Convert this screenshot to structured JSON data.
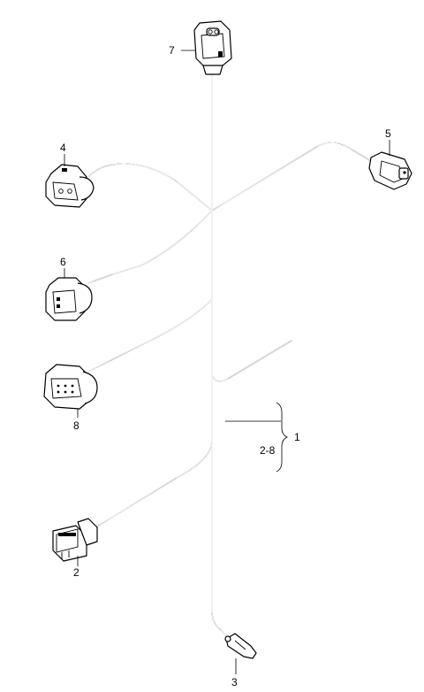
{
  "callouts": {
    "c1": "1",
    "c2": "2",
    "c3": "3",
    "c4": "4",
    "c5": "5",
    "c6": "6",
    "c7": "7",
    "c8": "8",
    "range": "2-8"
  },
  "colors": {
    "line": "#000000",
    "background": "#ffffff"
  }
}
